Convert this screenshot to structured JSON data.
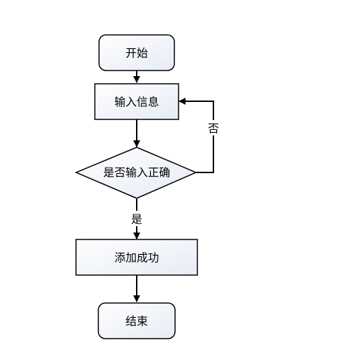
{
  "diagram": {
    "nodes": {
      "start": {
        "label": "开始"
      },
      "input": {
        "label": "输入信息"
      },
      "check": {
        "label": "是否输入正确"
      },
      "success": {
        "label": "添加成功"
      },
      "end": {
        "label": "结束"
      }
    },
    "edges": {
      "yes_label": "是",
      "no_label": "否"
    },
    "colors": {
      "node_fill_start": "#ffffff",
      "node_fill_end": "#e6ebf5",
      "stroke": "#000000"
    }
  }
}
